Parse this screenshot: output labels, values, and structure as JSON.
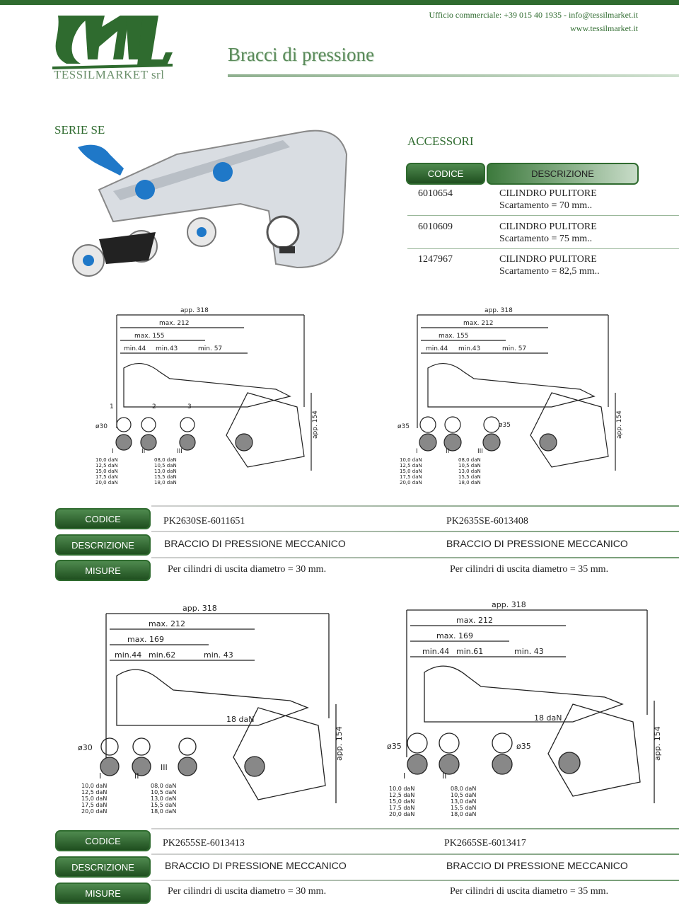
{
  "header": {
    "contact_line1": "Ufficio commerciale: +39 015 40 1935 - info@tessilmarket.it",
    "contact_line2": "www.tessilmarket.it",
    "logo_text": "TESSILMARKET srl",
    "page_title": "Bracci di pressione",
    "series_label": "SERIE SE"
  },
  "accessories": {
    "title": "ACCESSORI",
    "col_code": "CODICE",
    "col_desc": "DESCRIZIONE",
    "rows": [
      {
        "code": "6010654",
        "desc1": "CILINDRO PULITORE",
        "desc2": "Scartamento = 70 mm.."
      },
      {
        "code": "6010609",
        "desc1": "CILINDRO PULITORE",
        "desc2": "Scartamento = 75 mm.."
      },
      {
        "code": "1247967",
        "desc1": "CILINDRO PULITORE",
        "desc2": "Scartamento = 82,5 mm.."
      }
    ]
  },
  "labels": {
    "codice": "CODICE",
    "descrizione": "DESCRIZIONE",
    "misure": "MISURE"
  },
  "drawing_text": {
    "app318": "app. 318",
    "max212": "max. 212",
    "max155": "max. 155",
    "max169": "max. 169",
    "min44": "min.44",
    "min43": "min.43",
    "min57": "min. 57",
    "min62": "min.62",
    "min61": "min.61",
    "min43b": "min. 43",
    "app154": "app. 154",
    "d30": "ø30",
    "d35": "ø35",
    "daN18": "18 daN",
    "loadsI": [
      "10,0 daN",
      "12,5 daN",
      "15,0 daN",
      "17,5 daN",
      "20,0 daN"
    ],
    "loadsII": [
      "08,0 daN",
      "10,5 daN",
      "13,0 daN",
      "15,5 daN",
      "18,0 daN"
    ],
    "n1": "1",
    "n2": "2",
    "n3": "3",
    "rI": "I",
    "rII": "II",
    "rIII": "III"
  },
  "products": [
    {
      "code": "PK2630SE-6011651",
      "desc": "BRACCIO DI PRESSIONE MECCANICO",
      "measure": "Per cilindri di uscita diametro = 30 mm."
    },
    {
      "code": "PK2635SE-6013408",
      "desc": "BRACCIO DI PRESSIONE MECCANICO",
      "measure": "Per cilindri di uscita diametro = 35 mm."
    },
    {
      "code": "PK2655SE-6013413",
      "desc": "BRACCIO DI PRESSIONE MECCANICO",
      "measure": "Per cilindri di uscita diametro = 30 mm."
    },
    {
      "code": "PK2665SE-6013417",
      "desc": "BRACCIO DI PRESSIONE MECCANICO",
      "measure": "Per cilindri di uscita diametro = 35 mm."
    }
  ]
}
